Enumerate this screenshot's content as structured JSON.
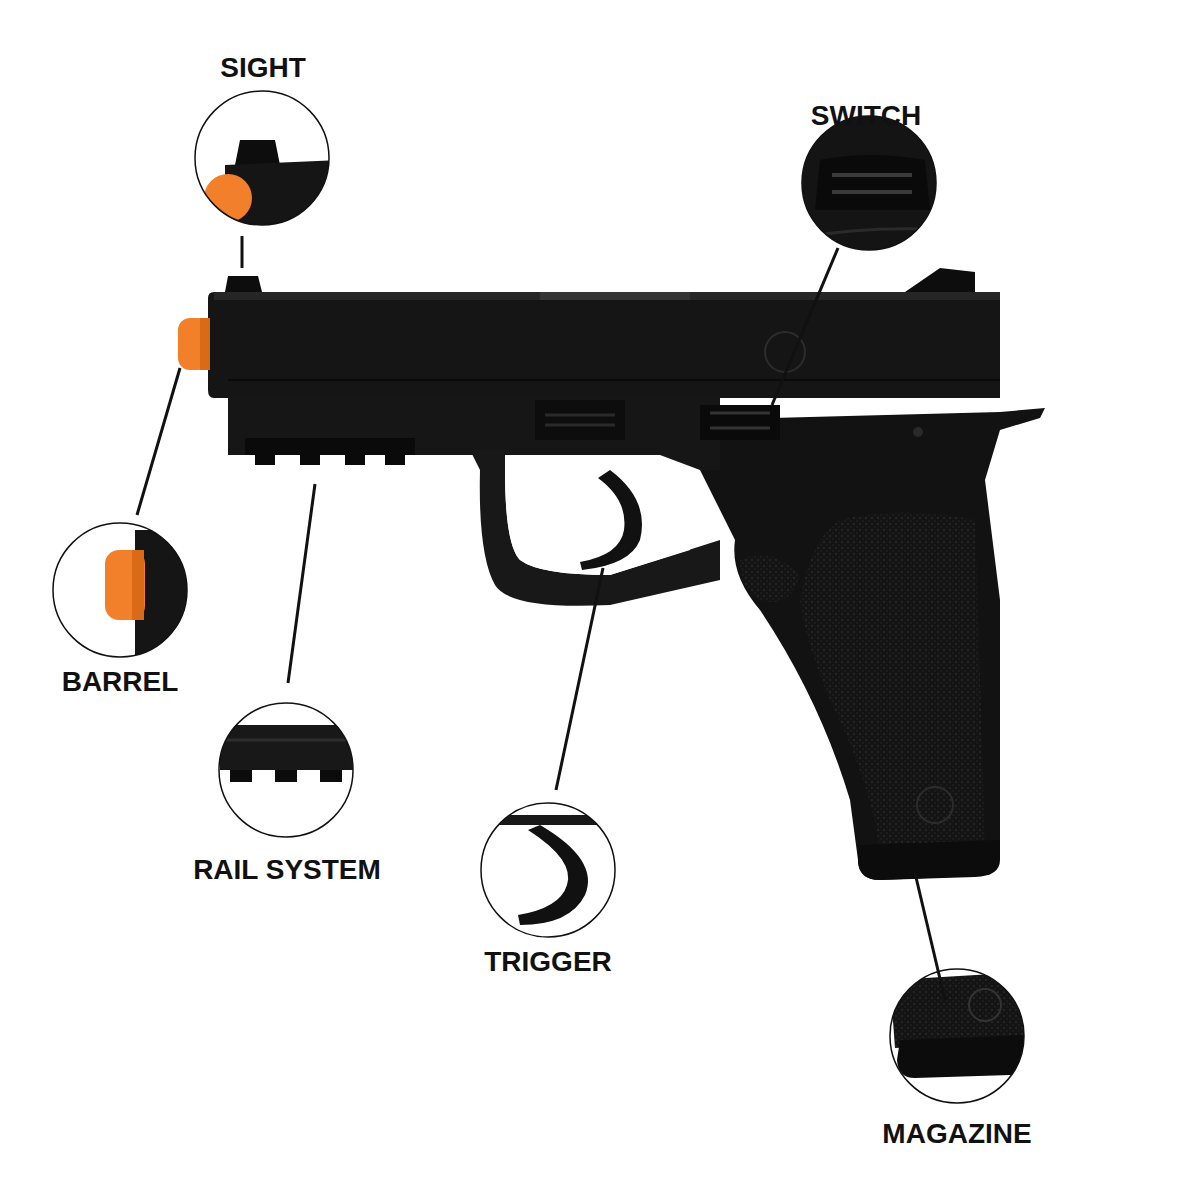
{
  "diagram": {
    "labels": [
      "SIGHT",
      "SWITCH",
      "BARREL",
      "RAIL SYSTEM",
      "TRIGGER",
      "MAGAZINE"
    ]
  }
}
